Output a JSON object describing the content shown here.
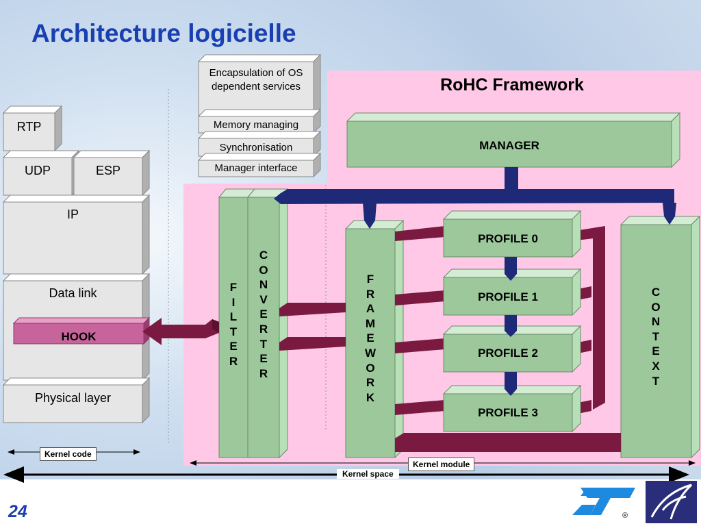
{
  "title": "Architecture logicielle",
  "slide_number": "24",
  "framework": {
    "title": "RoHC Framework",
    "manager": "MANAGER",
    "profiles": [
      "PROFILE 0",
      "PROFILE 1",
      "PROFILE 2",
      "PROFILE 3"
    ],
    "filter": "F\nI\nL\nT\nE\nR",
    "converter": "C\nO\nN\nV\nE\nR\nT\nE\nR",
    "framework_col": "F\nR\nA\nM\nE\nW\nO\nR\nK",
    "context": "C\nO\nN\nT\nE\nX\nT"
  },
  "os_layer": {
    "encapsulation": "Encapsulation of OS dependent services",
    "items": [
      "Memory managing",
      "Synchronisation",
      "Manager interface"
    ]
  },
  "stack": {
    "rtp": "RTP",
    "udp": "UDP",
    "esp": "ESP",
    "ip": "IP",
    "data_link": "Data link",
    "hook": "HOOK",
    "physical": "Physical layer"
  },
  "spans": {
    "kernel_code": "Kernel code",
    "kernel_module": "Kernel module",
    "kernel_space": "Kernel space"
  },
  "logo": {
    "registered": "®"
  },
  "colors": {
    "title_blue": "#1a3fb0",
    "box_green": "#9cc89c",
    "pink_area": "#ffc8e6",
    "arrow_navy": "#1e2a78",
    "arrow_maroon": "#7a1a40",
    "hook_pink": "#c8649c"
  }
}
